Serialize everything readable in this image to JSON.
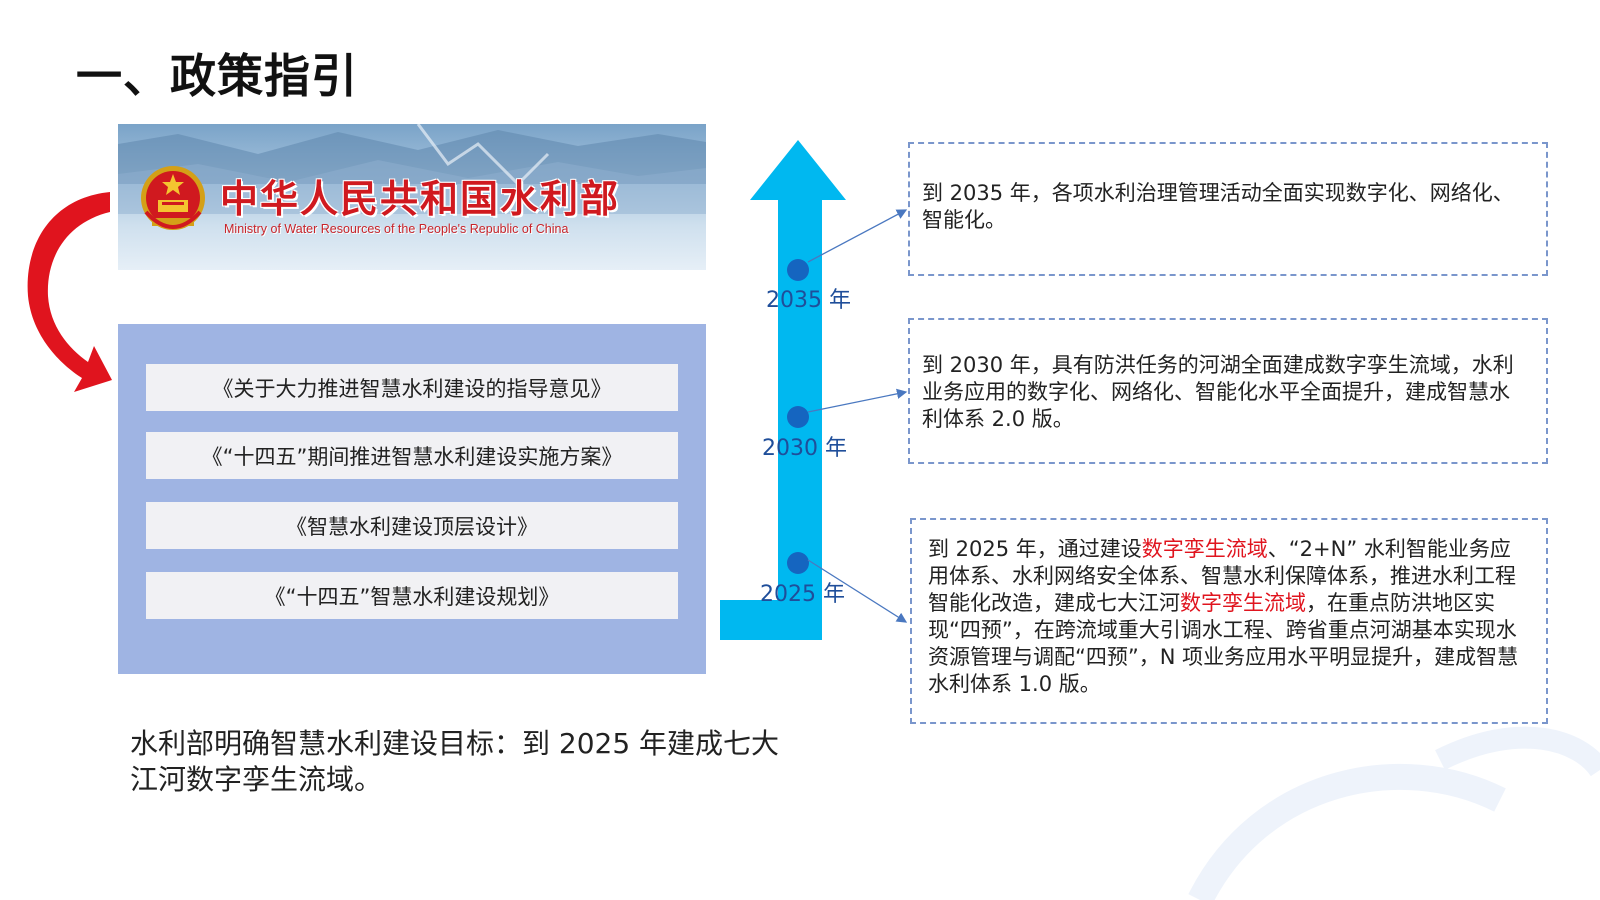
{
  "title": "一、政策指引",
  "banner": {
    "cn_name": "中华人民共和国水利部",
    "en_name": "Ministry of Water Resources of the People's Republic of China"
  },
  "documents": [
    "《关于大力推进智慧水利建设的指导意见》",
    "《“十四五”期间推进智慧水利建设实施方案》",
    "《智慧水利建设顶层设计》",
    "《“十四五”智慧水利建设规划》"
  ],
  "summary": "水利部明确智慧水利建设目标：到 2025 年建成七大江河数字孪生流域。",
  "timeline": {
    "year_2035": "2035 年",
    "year_2030": "2030 年",
    "year_2025": "2025 年"
  },
  "goals": {
    "g2035": "到 2035 年，各项水利治理管理活动全面实现数字化、网络化、智能化。",
    "g2030": "到 2030 年，具有防洪任务的河湖全面建成数字孪生流域，水利业务应用的数字化、网络化、智能化水平全面提升，建成智慧水利体系 2.0 版。",
    "g2025": {
      "p1": "到 2025 年，通过建设",
      "h1": "数字孪生流域",
      "p2": "、“2+N” 水利智能业务应用体系、水利网络安全体系、智慧水利保障体系，推进水利工程智能化改造，建成七大江河",
      "h2": "数字孪生流域",
      "p3": "，在重点防洪地区实现“四预”，在跨流域重大引调水工程、跨省重点河湖基本实现水资源管理与调配“四预”，N 项业务应用水平明显提升，建成智慧水利体系 1.0 版。"
    }
  },
  "colors": {
    "arrow_blue": "#00b8f0",
    "dot_blue": "#1565c0",
    "doc_panel": "#9fb4e3",
    "highlight_red": "#e0141e",
    "dashed_border": "#7a96cc"
  }
}
